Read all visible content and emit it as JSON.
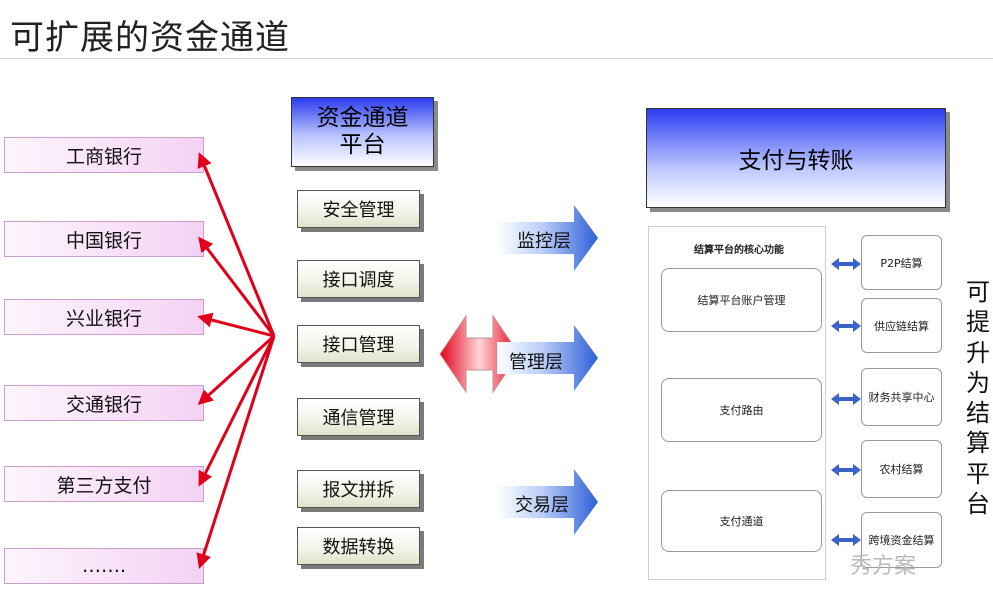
{
  "title": "可扩展的资金通道",
  "banks": [
    "工商银行",
    "中国银行",
    "兴业银行",
    "交通银行",
    "第三方支付",
    "……."
  ],
  "hub": {
    "title_line1": "资金通道",
    "title_line2": "平台",
    "modules": [
      "安全管理",
      "接口调度",
      "接口管理",
      "通信管理",
      "报文拼拆",
      "数据转换"
    ]
  },
  "layers": [
    "监控层",
    "管理层",
    "交易层"
  ],
  "payment": {
    "title": "支付与转账",
    "platform_title": "结算平台的核心功能",
    "core_functions": [
      "结算平台账户管理",
      "支付路由",
      "支付通道"
    ],
    "side_items": [
      "P2P结算",
      "供应链结算",
      "财务共享中心",
      "农村结算",
      "跨境资金结算"
    ]
  },
  "side_label": "可提升为结算平台",
  "watermark": "秀方案",
  "colors": {
    "accent_red": "#e0001a",
    "arrow_blue": "#2f5fd8",
    "header_blue": "#2b3cf0",
    "bank_pink": "#f4d2f4"
  }
}
